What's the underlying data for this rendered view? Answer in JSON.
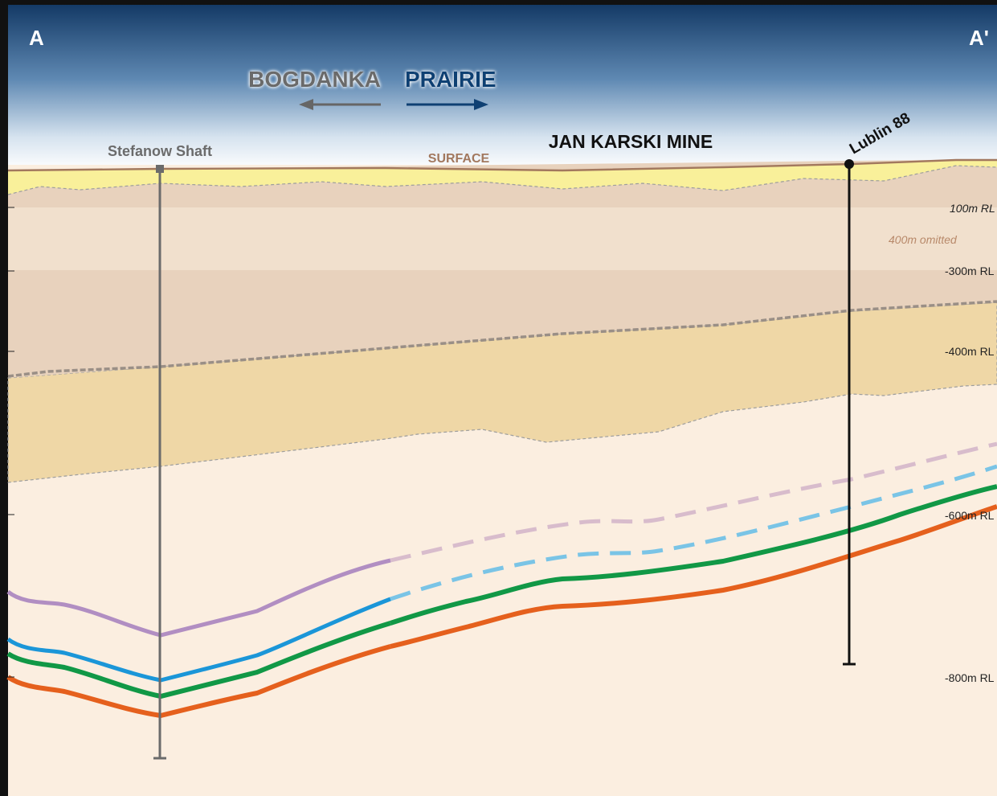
{
  "section": {
    "start_label": "A",
    "end_label": "A'"
  },
  "boundary": {
    "left_name": "BOGDANKA",
    "right_name": "PRAIRIE"
  },
  "mine_label": "JAN KARSKI MINE",
  "surface_label": "SURFACE",
  "omitted_note": "400m omitted",
  "shafts": [
    {
      "name": "Stefanow Shaft"
    },
    {
      "name": "Lublin 88"
    }
  ],
  "depth_labels": [
    "100m RL",
    "-300m RL",
    "-400m RL",
    "-600m RL",
    "-800m RL"
  ],
  "colors": {
    "sky_top": "#143a66",
    "sky_bottom": "#ffffff",
    "surface_soil": "#f9f09a",
    "upper_strata": "#e8d2bd",
    "omitted_band": "#f1e0cd",
    "middle_strata": "#efd7a6",
    "lower_strata": "#fbeee0",
    "boundary_line": "#0f3a66",
    "bogdanka_text": "#6b6b6b",
    "prairie_text": "#0f4073",
    "purple_seam": "#b18ec2",
    "blue_seam": "#1b96d8",
    "green_seam": "#119846",
    "orange_seam": "#e5601d"
  }
}
